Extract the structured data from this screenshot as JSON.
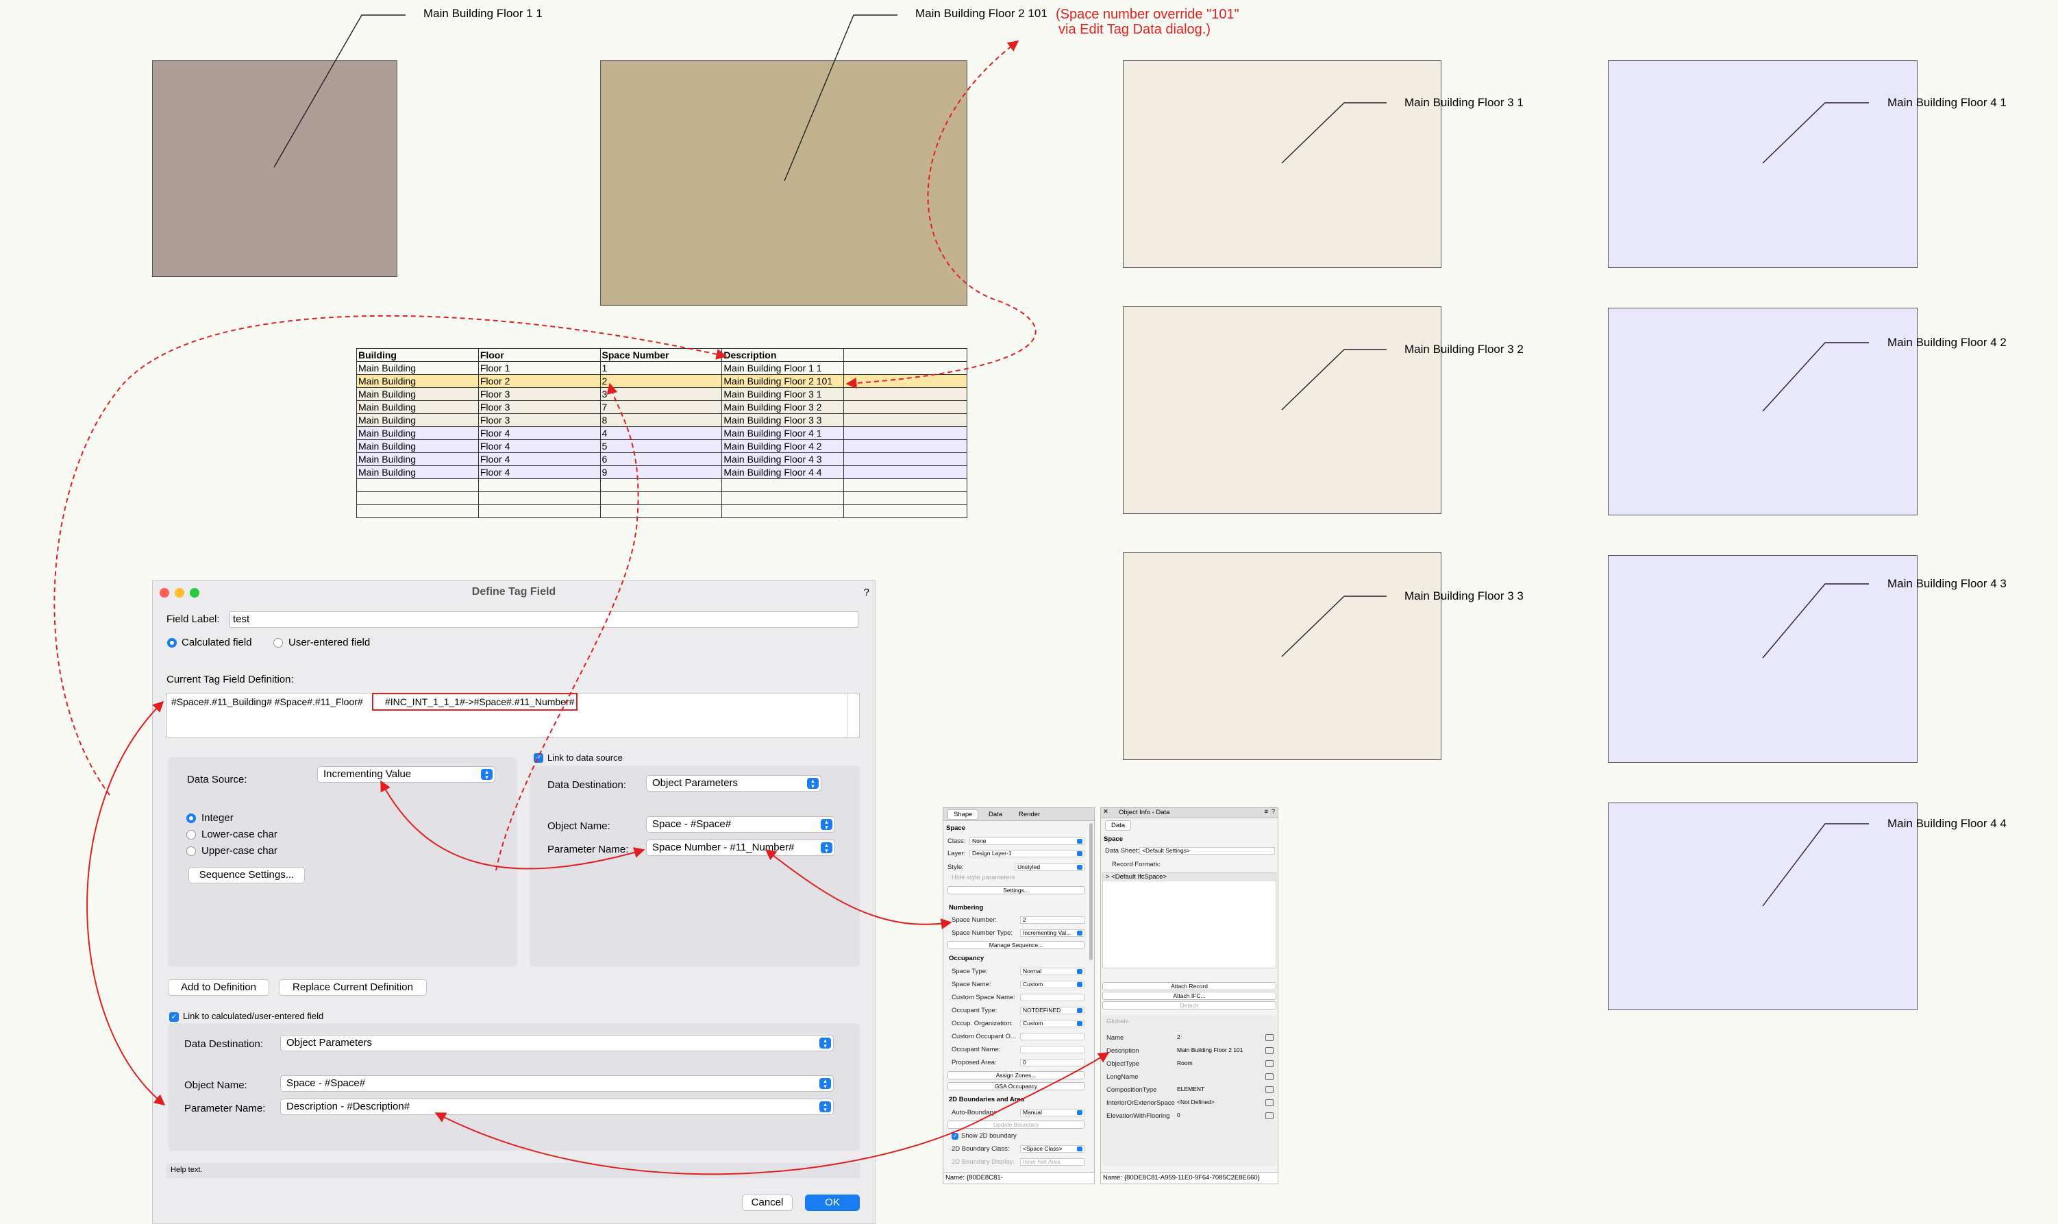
{
  "colors": {
    "floor1": "#ae9f96",
    "floor2": "#c3b28f",
    "floor3": "#f2ede0",
    "floor4": "#e9e7fb",
    "highlight_row": "#fde7a6",
    "row_floor3": "#f3eee2",
    "row_floor4": "#ebe9fb",
    "annotation_red": "#e02020",
    "accent_blue": "#1a7cf2"
  },
  "tags": {
    "floor1_1": "Main Building Floor 1 1",
    "floor2_101": "Main Building Floor 2 101",
    "floor3_1": "Main Building Floor 3 1",
    "floor3_2": "Main Building Floor 3 2",
    "floor3_3": "Main Building Floor 3 3",
    "floor4_1": "Main Building Floor 4 1",
    "floor4_2": "Main Building Floor 4 2",
    "floor4_3": "Main Building Floor 4 3",
    "floor4_4": "Main Building Floor 4 4"
  },
  "annotation": {
    "line1": "(Space number override \"101\"",
    "line2": "via Edit Tag Data dialog.)"
  },
  "worksheet": {
    "headers": [
      "Building",
      "Floor",
      "Space Number",
      "Description",
      ""
    ],
    "rows": [
      [
        "Main Building",
        "Floor 1",
        "1",
        "Main Building Floor 1 1",
        ""
      ],
      [
        "Main Building",
        "Floor 2",
        "2",
        "Main Building Floor 2 101",
        ""
      ],
      [
        "Main Building",
        "Floor 3",
        "3",
        "Main Building Floor 3 1",
        ""
      ],
      [
        "Main Building",
        "Floor 3",
        "7",
        "Main Building Floor 3 2",
        ""
      ],
      [
        "Main Building",
        "Floor 3",
        "8",
        "Main Building Floor 3 3",
        ""
      ],
      [
        "Main Building",
        "Floor 4",
        "4",
        "Main Building Floor 4 1",
        ""
      ],
      [
        "Main Building",
        "Floor 4",
        "5",
        "Main Building Floor 4 2",
        ""
      ],
      [
        "Main Building",
        "Floor 4",
        "6",
        "Main Building Floor 4 3",
        ""
      ],
      [
        "Main Building",
        "Floor 4",
        "9",
        "Main Building Floor 4 4",
        ""
      ],
      [
        "",
        "",
        "",
        "",
        ""
      ],
      [
        "",
        "",
        "",
        "",
        ""
      ],
      [
        "",
        "",
        "",
        "",
        ""
      ]
    ]
  },
  "dialog": {
    "title": "Define Tag Field",
    "help_mark": "?",
    "field_label_label": "Field Label:",
    "field_label_value": "test",
    "calculated_field": "Calculated field",
    "user_entered_field": "User-entered field",
    "current_def_label": "Current Tag Field Definition:",
    "def_part1": "#Space#.#11_Building# #Space#.#11_Floor# ",
    "def_part2": "#INC_INT_1_1_1#->#Space#.#11_Number#",
    "data_source_label": "Data Source:",
    "data_source_value": "Incrementing Value",
    "integer": "Integer",
    "lower_case": "Lower-case char",
    "upper_case": "Upper-case char",
    "sequence_settings": "Sequence Settings...",
    "link_to_data_source": "Link to data source",
    "data_destination_label": "Data Destination:",
    "data_destination_value": "Object Parameters",
    "object_name_label": "Object Name:",
    "object_name_value": "Space - #Space#",
    "parameter_name_label": "Parameter Name:",
    "parameter_name_value": "Space Number - #11_Number#",
    "add_to_definition": "Add to Definition",
    "replace_definition": "Replace Current Definition",
    "link_calculated": "Link to calculated/user-entered field",
    "data_destination2_value": "Object Parameters",
    "object_name2_value": "Space - #Space#",
    "parameter_name2_value": "Description - #Description#",
    "help_text": "Help text.",
    "cancel": "Cancel",
    "ok": "OK"
  },
  "oip_shape": {
    "tabs": [
      "Shape",
      "Data",
      "Render"
    ],
    "header": "Space",
    "class_label": "Class:",
    "class_value": "None",
    "layer_label": "Layer:",
    "layer_value": "Design Layer-1",
    "style_label": "Style:",
    "style_value": "Unstyled",
    "hide_style": "Hide style parameters",
    "settings": "Settings...",
    "numbering": "Numbering",
    "space_number_label": "Space Number:",
    "space_number_value": "2",
    "space_number_type_label": "Space Number Type:",
    "space_number_type_value": "Incrementing Val...",
    "manage_sequence": "Manage Sequence...",
    "occupancy": "Occupancy",
    "space_type_label": "Space Type:",
    "space_type_value": "Normal",
    "space_name_label": "Space Name:",
    "space_name_value": "Custom",
    "custom_space_name_label": "Custom Space Name:",
    "occupant_type_label": "Occupant Type:",
    "occupant_type_value": "NOTDEFINED",
    "occup_org_label": "Occup. Organization:",
    "occup_org_value": "Custom",
    "custom_occupant_label": "Custom Occupant O...",
    "occupant_name_label": "Occupant Name:",
    "proposed_area_label": "Proposed Area:",
    "proposed_area_value": "0",
    "assign_zones": "Assign Zones...",
    "gsa_occupancy": "GSA Occupancy",
    "boundaries": "2D Boundaries and Area",
    "auto_boundary_label": "Auto-Boundary:",
    "auto_boundary_value": "Manual",
    "update_boundary": "Update Boundary",
    "show_2d": "Show 2D boundary",
    "boundary_class_label": "2D Boundary Class:",
    "boundary_class_value": "<Space Class>",
    "boundary_display_label": "2D Boundary Display:",
    "boundary_display_value": "Inner Net Area",
    "name_label": "Name:",
    "name_value": "{80DE8C81-"
  },
  "oip_data": {
    "title": "Object Info - Data",
    "tab": "Data",
    "header": "Space",
    "data_sheet_label": "Data Sheet:",
    "data_sheet_value": "<Default Settings>",
    "record_formats": "Record Formats:",
    "default_ifc": "> <Default IfcSpace>",
    "attach_record": "Attach Record",
    "attach_ifc": "Attach IFC...",
    "detach": "Detach",
    "fields_header": "Globals",
    "fields": [
      {
        "k": "Name",
        "v": "2"
      },
      {
        "k": "Description",
        "v": "Main Building Floor 2 101"
      },
      {
        "k": "ObjectType",
        "v": "Room"
      },
      {
        "k": "LongName",
        "v": ""
      },
      {
        "k": "CompositionType",
        "v": "ELEMENT"
      },
      {
        "k": "InteriorOrExteriorSpace",
        "v": "<Not Defined>"
      },
      {
        "k": "ElevationWithFlooring",
        "v": "0"
      }
    ],
    "name_label": "Name:",
    "name_value": "{80DE8C81-A959-11E0-9F64-7085C2E8E660}"
  }
}
